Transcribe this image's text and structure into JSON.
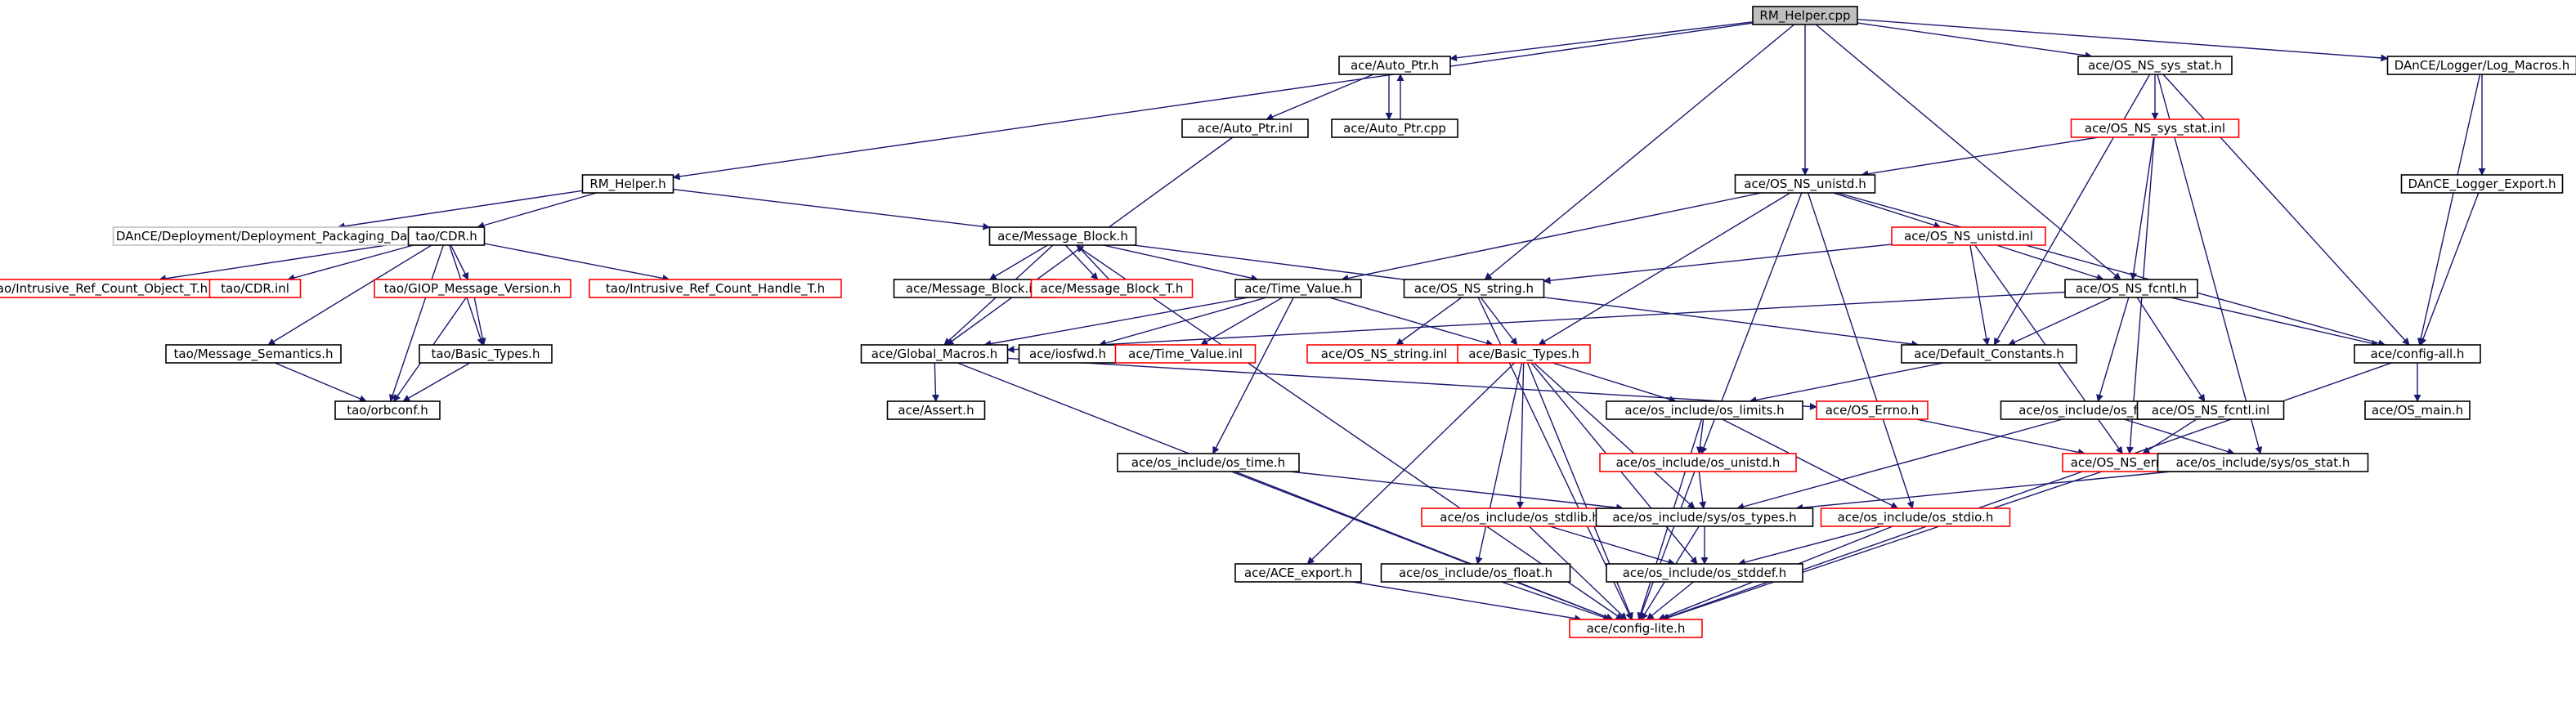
{
  "colors": {
    "root_fill": "#bfbfbf",
    "normal_border": "#000000",
    "truncated_border": "#ff0000",
    "external_border": "#bfbfbf",
    "edge": "#191970",
    "background": "#ffffff"
  },
  "nodes": {
    "rm_helper_cpp": {
      "label": "RM_Helper.cpp",
      "kind": "root"
    },
    "auto_ptr_h": {
      "label": "ace/Auto_Ptr.h",
      "kind": "normal"
    },
    "os_ns_sys_stat_h": {
      "label": "ace/OS_NS_sys_stat.h",
      "kind": "normal"
    },
    "log_macros_h": {
      "label": "DAnCE/Logger/Log_Macros.h",
      "kind": "normal"
    },
    "auto_ptr_inl": {
      "label": "ace/Auto_Ptr.inl",
      "kind": "normal"
    },
    "auto_ptr_cpp": {
      "label": "ace/Auto_Ptr.cpp",
      "kind": "normal"
    },
    "os_ns_sys_stat_inl": {
      "label": "ace/OS_NS_sys_stat.inl",
      "kind": "truncated"
    },
    "rm_helper_h": {
      "label": "RM_Helper.h",
      "kind": "normal"
    },
    "os_ns_unistd_h": {
      "label": "ace/OS_NS_unistd.h",
      "kind": "normal"
    },
    "logger_export_h": {
      "label": "DAnCE_Logger_Export.h",
      "kind": "normal"
    },
    "deployment_packaging_datac_h": {
      "label": "DAnCE/Deployment/Deployment_Packaging_DataC.h",
      "kind": "external"
    },
    "tao_cdr_h": {
      "label": "tao/CDR.h",
      "kind": "normal"
    },
    "message_block_h": {
      "label": "ace/Message_Block.h",
      "kind": "normal"
    },
    "os_ns_unistd_inl": {
      "label": "ace/OS_NS_unistd.inl",
      "kind": "truncated"
    },
    "intrusive_ref_count_object_t_h": {
      "label": "tao/Intrusive_Ref_Count_Object_T.h",
      "kind": "truncated"
    },
    "tao_cdr_inl": {
      "label": "tao/CDR.inl",
      "kind": "truncated"
    },
    "giop_message_version_h": {
      "label": "tao/GIOP_Message_Version.h",
      "kind": "truncated"
    },
    "intrusive_ref_count_handle_t_h": {
      "label": "tao/Intrusive_Ref_Count_Handle_T.h",
      "kind": "truncated"
    },
    "message_block_inl": {
      "label": "ace/Message_Block.inl",
      "kind": "normal"
    },
    "message_block_t_h": {
      "label": "ace/Message_Block_T.h",
      "kind": "truncated"
    },
    "time_value_h": {
      "label": "ace/Time_Value.h",
      "kind": "normal"
    },
    "os_ns_string_h": {
      "label": "ace/OS_NS_string.h",
      "kind": "normal"
    },
    "os_ns_fcntl_h": {
      "label": "ace/OS_NS_fcntl.h",
      "kind": "normal"
    },
    "message_semantics_h": {
      "label": "tao/Message_Semantics.h",
      "kind": "normal"
    },
    "tao_basic_types_h": {
      "label": "tao/Basic_Types.h",
      "kind": "normal"
    },
    "global_macros_h": {
      "label": "ace/Global_Macros.h",
      "kind": "normal"
    },
    "iosfwd_h": {
      "label": "ace/iosfwd.h",
      "kind": "normal"
    },
    "time_value_inl": {
      "label": "ace/Time_Value.inl",
      "kind": "truncated"
    },
    "os_ns_string_inl": {
      "label": "ace/OS_NS_string.inl",
      "kind": "truncated"
    },
    "ace_basic_types_h": {
      "label": "ace/Basic_Types.h",
      "kind": "truncated"
    },
    "default_constants_h": {
      "label": "ace/Default_Constants.h",
      "kind": "normal"
    },
    "config_all_h": {
      "label": "ace/config-all.h",
      "kind": "normal"
    },
    "orbconf_h": {
      "label": "tao/orbconf.h",
      "kind": "normal"
    },
    "assert_h": {
      "label": "ace/Assert.h",
      "kind": "normal"
    },
    "os_limits_h": {
      "label": "ace/os_include/os_limits.h",
      "kind": "normal"
    },
    "os_errno_h": {
      "label": "ace/OS_Errno.h",
      "kind": "truncated"
    },
    "os_fcntl_h": {
      "label": "ace/os_include/os_fcntl.h",
      "kind": "normal"
    },
    "os_ns_fcntl_inl": {
      "label": "ace/OS_NS_fcntl.inl",
      "kind": "normal"
    },
    "os_main_h": {
      "label": "ace/OS_main.h",
      "kind": "normal"
    },
    "os_time_h": {
      "label": "ace/os_include/os_time.h",
      "kind": "normal"
    },
    "os_unistd_h": {
      "label": "ace/os_include/os_unistd.h",
      "kind": "truncated"
    },
    "os_ns_errno_h": {
      "label": "ace/OS_NS_errno.h",
      "kind": "truncated"
    },
    "sys_os_stat_h": {
      "label": "ace/os_include/sys/os_stat.h",
      "kind": "normal"
    },
    "os_stdlib_h": {
      "label": "ace/os_include/os_stdlib.h",
      "kind": "truncated"
    },
    "sys_os_types_h": {
      "label": "ace/os_include/sys/os_types.h",
      "kind": "normal"
    },
    "os_stdio_h": {
      "label": "ace/os_include/os_stdio.h",
      "kind": "truncated"
    },
    "ace_export_h": {
      "label": "ace/ACE_export.h",
      "kind": "normal"
    },
    "os_stddef_h": {
      "label": "ace/os_include/os_stddef.h",
      "kind": "normal"
    },
    "os_float_h": {
      "label": "ace/os_include/os_float.h",
      "kind": "normal"
    },
    "config_lite_h": {
      "label": "ace/config-lite.h",
      "kind": "truncated"
    }
  },
  "edges": [
    [
      "rm_helper_cpp",
      "auto_ptr_h"
    ],
    [
      "rm_helper_cpp",
      "os_ns_sys_stat_h"
    ],
    [
      "rm_helper_cpp",
      "log_macros_h"
    ],
    [
      "rm_helper_cpp",
      "rm_helper_h"
    ],
    [
      "rm_helper_cpp",
      "os_ns_unistd_h"
    ],
    [
      "rm_helper_cpp",
      "os_ns_string_h"
    ],
    [
      "rm_helper_cpp",
      "os_ns_fcntl_h"
    ],
    [
      "auto_ptr_h",
      "auto_ptr_inl"
    ],
    [
      "auto_ptr_h",
      "auto_ptr_cpp"
    ],
    [
      "auto_ptr_cpp",
      "auto_ptr_h"
    ],
    [
      "auto_ptr_inl",
      "global_macros_h"
    ],
    [
      "os_ns_sys_stat_h",
      "os_ns_sys_stat_inl"
    ],
    [
      "os_ns_sys_stat_h",
      "default_constants_h"
    ],
    [
      "os_ns_sys_stat_h",
      "config_all_h"
    ],
    [
      "os_ns_sys_stat_h",
      "sys_os_stat_h"
    ],
    [
      "os_ns_sys_stat_inl",
      "os_ns_unistd_h"
    ],
    [
      "os_ns_sys_stat_inl",
      "os_ns_fcntl_h"
    ],
    [
      "os_ns_sys_stat_inl",
      "os_ns_errno_h"
    ],
    [
      "log_macros_h",
      "logger_export_h"
    ],
    [
      "log_macros_h",
      "config_all_h"
    ],
    [
      "logger_export_h",
      "config_all_h"
    ],
    [
      "rm_helper_h",
      "deployment_packaging_datac_h"
    ],
    [
      "rm_helper_h",
      "tao_cdr_h"
    ],
    [
      "rm_helper_h",
      "message_block_h"
    ],
    [
      "tao_cdr_h",
      "intrusive_ref_count_object_t_h"
    ],
    [
      "tao_cdr_h",
      "tao_cdr_inl"
    ],
    [
      "tao_cdr_h",
      "giop_message_version_h"
    ],
    [
      "tao_cdr_h",
      "intrusive_ref_count_handle_t_h"
    ],
    [
      "tao_cdr_h",
      "message_semantics_h"
    ],
    [
      "tao_cdr_h",
      "tao_basic_types_h"
    ],
    [
      "tao_cdr_h",
      "orbconf_h"
    ],
    [
      "giop_message_version_h",
      "tao_basic_types_h"
    ],
    [
      "giop_message_version_h",
      "orbconf_h"
    ],
    [
      "message_semantics_h",
      "orbconf_h"
    ],
    [
      "tao_basic_types_h",
      "orbconf_h"
    ],
    [
      "message_block_h",
      "message_block_inl"
    ],
    [
      "message_block_h",
      "message_block_t_h"
    ],
    [
      "message_block_t_h",
      "message_block_h"
    ],
    [
      "message_block_h",
      "time_value_h"
    ],
    [
      "message_block_h",
      "global_macros_h"
    ],
    [
      "message_block_h",
      "default_constants_h"
    ],
    [
      "message_block_h",
      "config_lite_h"
    ],
    [
      "os_ns_unistd_h",
      "os_ns_unistd_inl"
    ],
    [
      "os_ns_unistd_h",
      "time_value_h"
    ],
    [
      "os_ns_unistd_h",
      "ace_basic_types_h"
    ],
    [
      "os_ns_unistd_h",
      "os_unistd_h"
    ],
    [
      "os_ns_unistd_h",
      "os_stdio_h"
    ],
    [
      "os_ns_unistd_h",
      "config_all_h"
    ],
    [
      "os_ns_unistd_inl",
      "os_ns_string_h"
    ],
    [
      "os_ns_unistd_inl",
      "os_ns_fcntl_h"
    ],
    [
      "os_ns_unistd_inl",
      "default_constants_h"
    ],
    [
      "os_ns_unistd_inl",
      "os_ns_errno_h"
    ],
    [
      "time_value_h",
      "global_macros_h"
    ],
    [
      "time_value_h",
      "iosfwd_h"
    ],
    [
      "time_value_h",
      "time_value_inl"
    ],
    [
      "time_value_h",
      "ace_basic_types_h"
    ],
    [
      "time_value_h",
      "os_time_h"
    ],
    [
      "os_ns_string_h",
      "os_ns_string_inl"
    ],
    [
      "os_ns_string_h",
      "ace_basic_types_h"
    ],
    [
      "os_ns_string_h",
      "config_lite_h"
    ],
    [
      "os_ns_fcntl_h",
      "global_macros_h"
    ],
    [
      "os_ns_fcntl_h",
      "default_constants_h"
    ],
    [
      "os_ns_fcntl_h",
      "config_all_h"
    ],
    [
      "os_ns_fcntl_h",
      "os_fcntl_h"
    ],
    [
      "os_ns_fcntl_h",
      "os_ns_fcntl_inl"
    ],
    [
      "global_macros_h",
      "assert_h"
    ],
    [
      "global_macros_h",
      "os_errno_h"
    ],
    [
      "global_macros_h",
      "config_lite_h"
    ],
    [
      "ace_basic_types_h",
      "os_limits_h"
    ],
    [
      "ace_basic_types_h",
      "ace_export_h"
    ],
    [
      "ace_basic_types_h",
      "os_stdlib_h"
    ],
    [
      "ace_basic_types_h",
      "os_float_h"
    ],
    [
      "ace_basic_types_h",
      "sys_os_types_h"
    ],
    [
      "ace_basic_types_h",
      "os_stddef_h"
    ],
    [
      "ace_basic_types_h",
      "config_lite_h"
    ],
    [
      "default_constants_h",
      "os_limits_h"
    ],
    [
      "config_all_h",
      "os_main_h"
    ],
    [
      "config_all_h",
      "config_lite_h"
    ],
    [
      "os_limits_h",
      "os_unistd_h"
    ],
    [
      "os_limits_h",
      "os_stdio_h"
    ],
    [
      "os_limits_h",
      "config_lite_h"
    ],
    [
      "os_errno_h",
      "os_ns_errno_h"
    ],
    [
      "os_fcntl_h",
      "sys_os_types_h"
    ],
    [
      "os_fcntl_h",
      "sys_os_stat_h"
    ],
    [
      "os_ns_fcntl_inl",
      "os_ns_errno_h"
    ],
    [
      "os_time_h",
      "sys_os_types_h"
    ],
    [
      "os_time_h",
      "config_lite_h"
    ],
    [
      "os_unistd_h",
      "sys_os_types_h"
    ],
    [
      "os_unistd_h",
      "config_lite_h"
    ],
    [
      "os_ns_errno_h",
      "config_lite_h"
    ],
    [
      "sys_os_stat_h",
      "sys_os_types_h"
    ],
    [
      "os_stdlib_h",
      "os_stddef_h"
    ],
    [
      "os_stdlib_h",
      "config_lite_h"
    ],
    [
      "sys_os_types_h",
      "os_stddef_h"
    ],
    [
      "sys_os_types_h",
      "config_lite_h"
    ],
    [
      "os_stdio_h",
      "os_stddef_h"
    ],
    [
      "os_stdio_h",
      "config_lite_h"
    ],
    [
      "ace_export_h",
      "config_lite_h"
    ],
    [
      "os_stddef_h",
      "config_lite_h"
    ],
    [
      "os_float_h",
      "config_lite_h"
    ]
  ]
}
